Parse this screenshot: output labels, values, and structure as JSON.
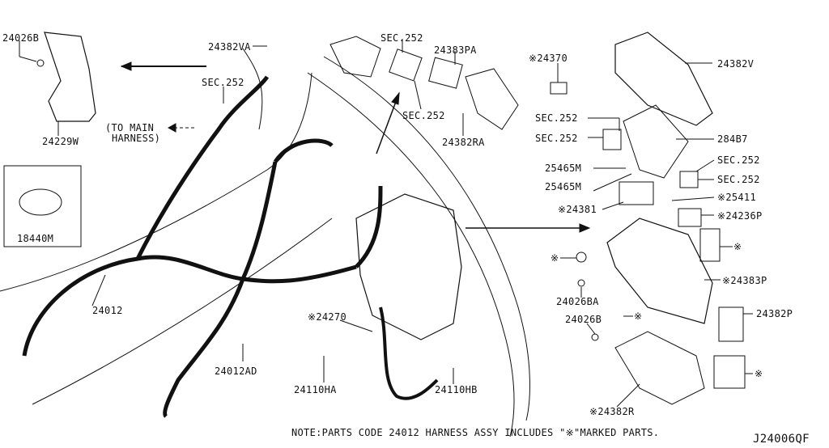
{
  "labels": {
    "p24026b_top": "24026B",
    "p24229w": "24229W",
    "p24382va": "24382VA",
    "sec_top1": "SEC.252",
    "p24383pa": "24383PA",
    "sec_left": "SEC.252",
    "to_main_1": "(TO MAIN",
    "to_main_2": "HARNESS)",
    "sec_top2": "SEC.252",
    "p24382ra": "24382RA",
    "p24370": "※24370",
    "p24382v": "24382V",
    "sec_r1": "SEC.252",
    "sec_r2": "SEC.252",
    "p284b7": "284B7",
    "p25465m_1": "25465M",
    "p25465m_2": "25465M",
    "sec_r3": "SEC.252",
    "sec_r4": "SEC.252",
    "p24381": "※24381",
    "p25411": "※25411",
    "p24236p": "※24236P",
    "p18440m": "18440M",
    "star1": "※",
    "star2": "※",
    "p24383p": "※24383P",
    "p24012": "24012",
    "p24270": "※24270",
    "p24026ba": "24026BA",
    "p24026b_right": "24026B",
    "star3": "※",
    "p24382p": "24382P",
    "p24012ad": "24012AD",
    "p24110ha": "24110HA",
    "p24110hb": "24110HB",
    "star4": "※",
    "p24382r": "※24382R"
  },
  "note": "NOTE:PARTS CODE 24012 HARNESS ASSY INCLUDES \"※\"MARKED PARTS.",
  "diagram_code": "J24006QF"
}
